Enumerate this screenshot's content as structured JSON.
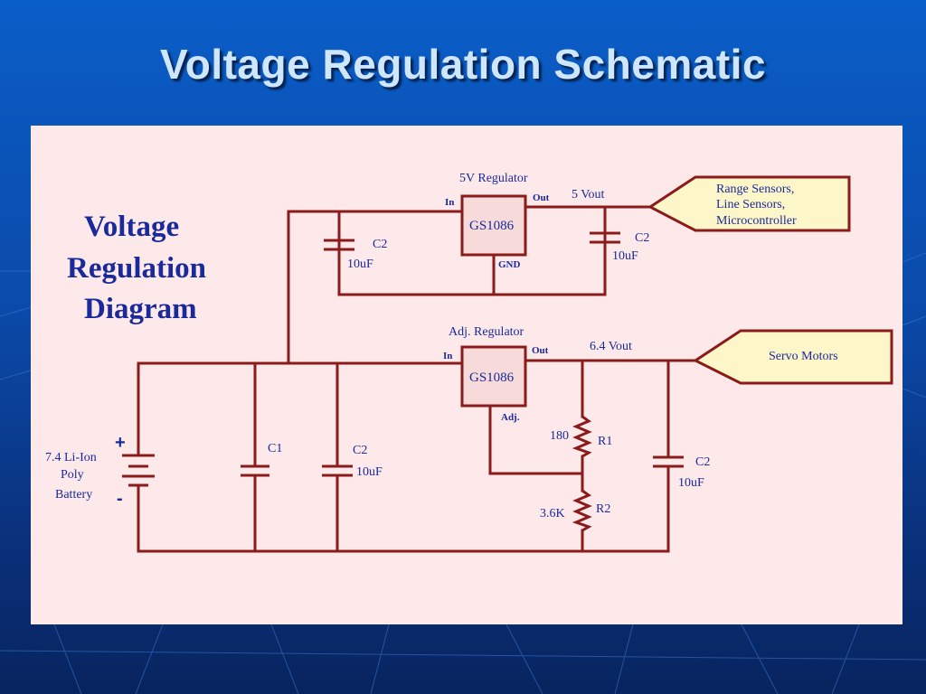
{
  "slide": {
    "title": "Voltage Regulation Schematic"
  },
  "diagram": {
    "heading": [
      "Voltage",
      "Regulation",
      "Diagram"
    ],
    "reg5": {
      "title": "5V Regulator",
      "chip": "GS1086",
      "in": "In",
      "out": "Out",
      "gnd": "GND",
      "vout": "5 Vout"
    },
    "regAdj": {
      "title": "Adj. Regulator",
      "chip": "GS1086",
      "in": "In",
      "out": "Out",
      "adj": "Adj.",
      "vout": "6.4 Vout"
    },
    "caps": {
      "top_left": {
        "name": "C2",
        "value": "10uF"
      },
      "top_right": {
        "name": "C2",
        "value": "10uF"
      },
      "c1": {
        "name": "C1"
      },
      "bottom_mid": {
        "name": "C2",
        "value": "10uF"
      },
      "bottom_right": {
        "name": "C2",
        "value": "10uF"
      }
    },
    "resistors": {
      "r1": {
        "name": "R1",
        "value": "180"
      },
      "r2": {
        "name": "R2",
        "value": "3.6K"
      }
    },
    "battery": {
      "lines": [
        "7.4 Li-Ion",
        "Poly",
        "Battery"
      ],
      "plus": "+",
      "minus": "-"
    },
    "outputs": {
      "sensors": [
        "Range Sensors,",
        "Line Sensors,",
        "Microcontroller"
      ],
      "servo": "Servo Motors"
    }
  }
}
